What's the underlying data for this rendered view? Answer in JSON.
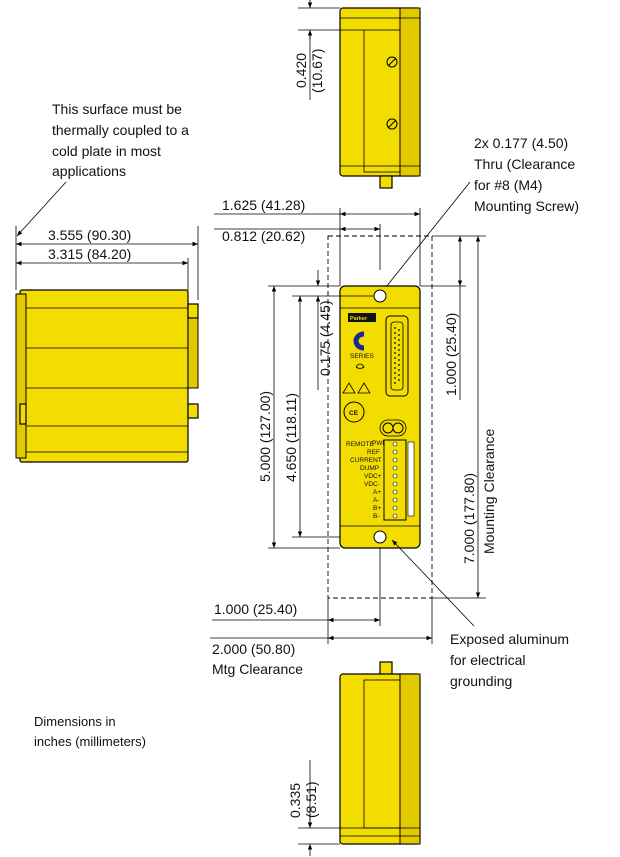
{
  "notes": {
    "surface_note": [
      "This surface must be",
      "thermally coupled to a",
      "cold plate in most",
      "applications"
    ],
    "hole_note": [
      "2x 0.177 (4.50)",
      "Thru (Clearance",
      "for #8 (M4)",
      "Mounting Screw)"
    ],
    "aluminum_note": [
      "Exposed aluminum",
      "for electrical",
      "grounding"
    ],
    "units_note": [
      "Dimensions in",
      "inches (millimeters)"
    ]
  },
  "dimensions": {
    "top_height": [
      "0.420",
      "(10.67)"
    ],
    "overall_depth": "3.555 (90.30)",
    "body_depth": "3.315 (84.20)",
    "front_width": "1.625 (41.28)",
    "hole_offset_x": "0.812 (20.62)",
    "overall_height": "5.000 (127.00)",
    "hole_spacing": "4.650 (118.11)",
    "hole_offset_y": "0.175 (4.45)",
    "top_clearance": "1.000 (25.40)",
    "mounting_clearance_v": "7.000 (177.80)",
    "mounting_clearance_label": "Mounting Clearance",
    "side_clearance": "1.000 (25.40)",
    "mtg_clearance_h": "2.000 (50.80)",
    "mtg_clearance_label": "Mtg Clearance",
    "bottom_height": [
      "0.335",
      "(8.51)"
    ]
  },
  "front_panel": {
    "brand": "Parker",
    "series_label": "SERIES",
    "led_label": "PWR/FLT",
    "terminal_labels": [
      "REMOTE",
      "REF",
      "CURRENT",
      "DUMP",
      "VDC+",
      "VDC-",
      "A+",
      "A-",
      "B+",
      "B-"
    ]
  },
  "colors": {
    "housing": "#f3dc00",
    "outline": "#000000"
  }
}
